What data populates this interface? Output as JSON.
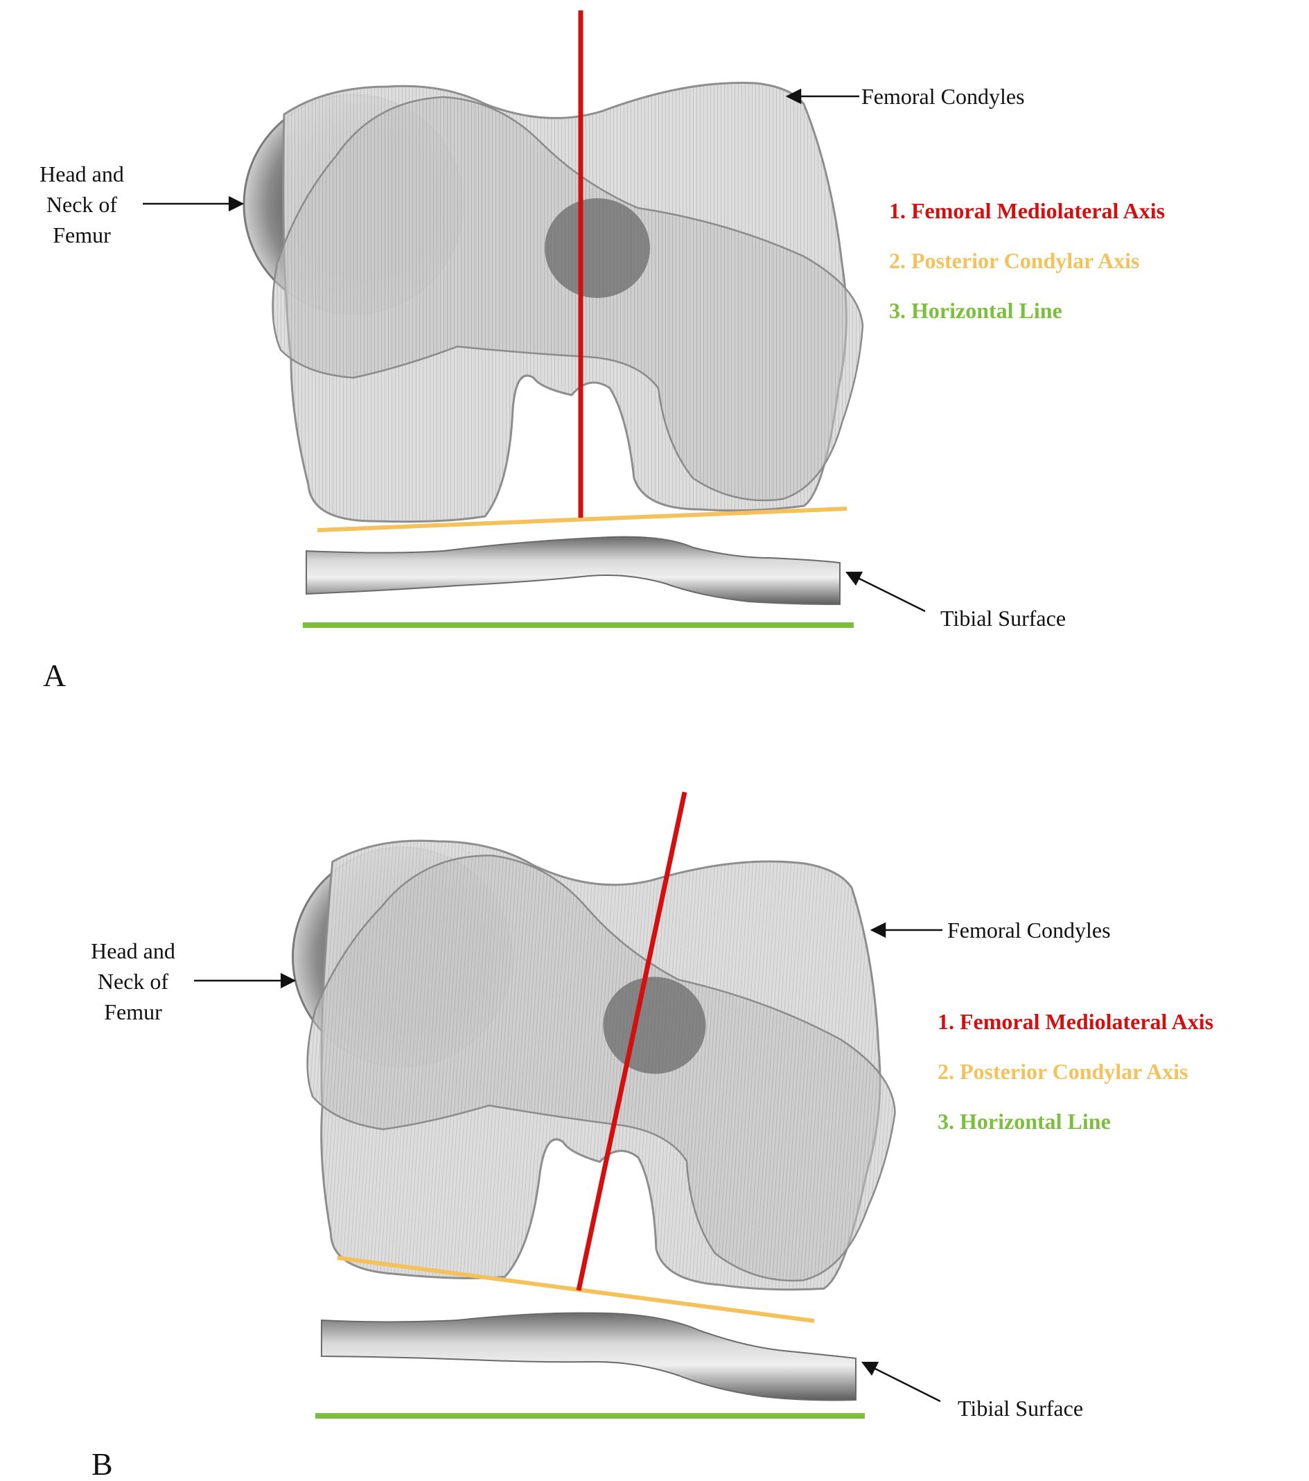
{
  "colors": {
    "mediolateral_axis": "#d40f0f",
    "posterior_condylar_axis": "#f4c15a",
    "horizontal_line": "#7cbf3c",
    "bone": "#d3d3d3",
    "bone_outline": "#8f8f8f",
    "head_ring": "#a7a7a7",
    "notch_shadow": "#6b6b6b",
    "tibia": "#b4b4b4"
  },
  "icons": [
    "arrow-left-icon",
    "arrow-right-icon",
    "arrow-up-left-icon"
  ],
  "panels": [
    {
      "id": "A",
      "letter": "A",
      "labels": {
        "femoral_condyles": "Femoral Condyles",
        "head_neck_lines": [
          "Head and",
          "Neck of",
          "Femur"
        ],
        "tibial_surface": "Tibial Surface"
      },
      "legend": [
        {
          "text": "1.  Femoral Mediolateral Axis",
          "color_key": "mediolateral_axis"
        },
        {
          "text": "2. Posterior Condylar Axis",
          "color_key": "posterior_condylar_axis"
        },
        {
          "text": "3. Horizontal Line",
          "color_key": "horizontal_line"
        }
      ]
    },
    {
      "id": "B",
      "letter": "B",
      "labels": {
        "femoral_condyles": "Femoral Condyles",
        "head_neck_lines": [
          "Head and",
          "Neck of",
          "Femur"
        ],
        "tibial_surface": "Tibial Surface"
      },
      "legend": [
        {
          "text": "1.  Femoral Mediolateral Axis",
          "color_key": "mediolateral_axis"
        },
        {
          "text": "2. Posterior Condylar Axis",
          "color_key": "posterior_condylar_axis"
        },
        {
          "text": "3. Horizontal Line",
          "color_key": "horizontal_line"
        }
      ]
    }
  ]
}
